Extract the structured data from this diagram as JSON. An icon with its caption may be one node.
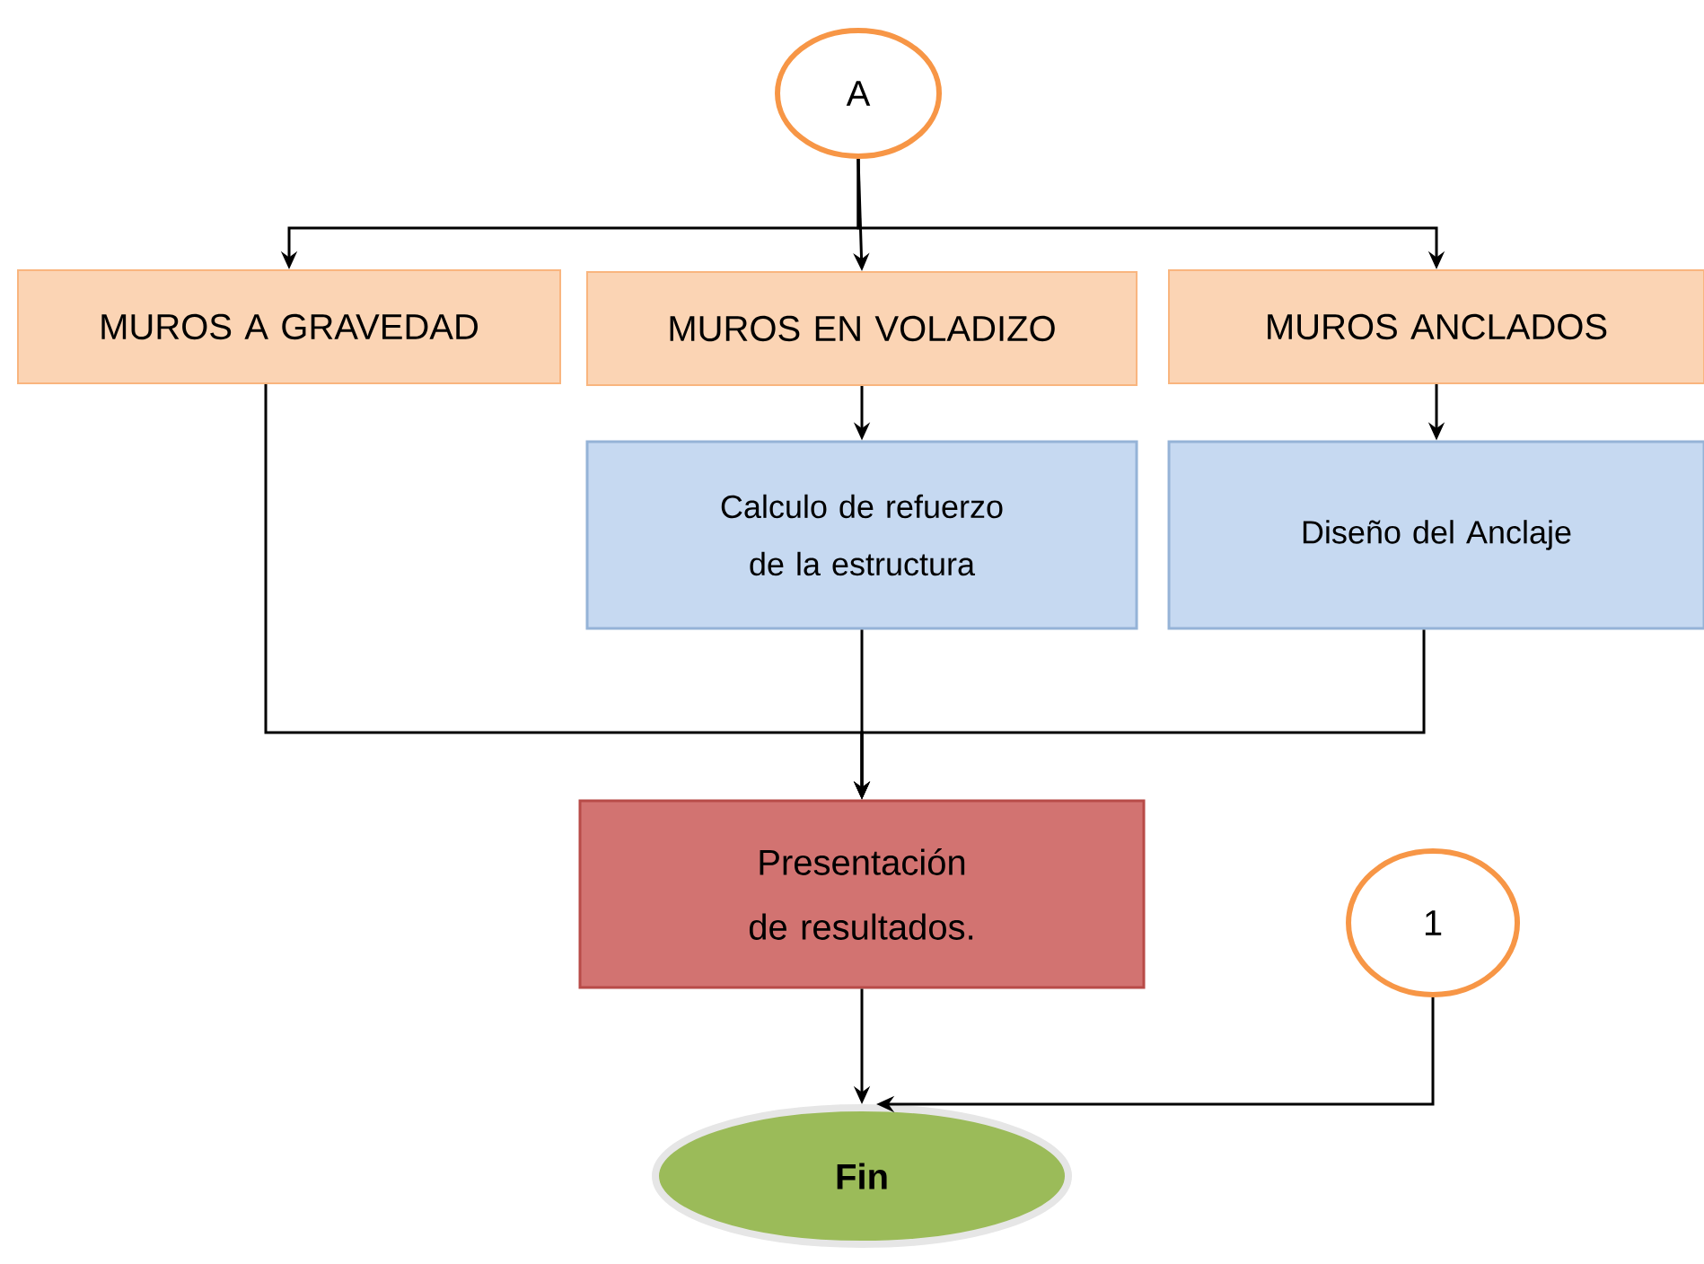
{
  "diagram": {
    "nodes": [
      {
        "text": [
          "A"
        ]
      },
      {
        "text": [
          "MUROS A GRAVEDAD"
        ]
      },
      {
        "text": [
          "MUROS EN VOLADIZO"
        ]
      },
      {
        "text": [
          "MUROS ANCLADOS"
        ]
      },
      {
        "text": [
          "Calculo de refuerzo de la estructura"
        ]
      },
      {
        "text": [
          "Diseño del Anclaje"
        ]
      },
      {
        "text": [
          "Presentación de resultados."
        ]
      },
      {
        "text": [
          "1"
        ]
      },
      {
        "text": [
          "Fin"
        ]
      }
    ],
    "edges": [
      {
        "from": 0,
        "to": 1,
        "arrow": "to"
      },
      {
        "from": 0,
        "to": 2,
        "arrow": "to"
      },
      {
        "from": 0,
        "to": 3,
        "arrow": "to"
      },
      {
        "from": 2,
        "to": 4,
        "arrow": "to"
      },
      {
        "from": 3,
        "to": 5,
        "arrow": "to"
      },
      {
        "from": 1,
        "to": 6,
        "arrow": "to"
      },
      {
        "from": 4,
        "to": 6,
        "arrow": "to"
      },
      {
        "from": 5,
        "to": 6,
        "arrow": "to"
      },
      {
        "from": 6,
        "to": 8,
        "arrow": "to"
      },
      {
        "from": 7,
        "to": 8,
        "arrow": "to"
      }
    ]
  }
}
